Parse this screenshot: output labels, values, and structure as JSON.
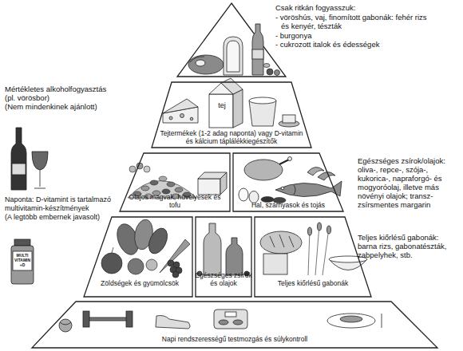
{
  "diagram": {
    "nodes": [
      {
        "text": [
          "Tejtermékek (1-2 adag naponta) vagy D-vitamin és kálcium táplálékkiegészítők"
        ]
      },
      {
        "text": [
          "Olajos magvak, hüvelyesek és tofu"
        ]
      },
      {
        "text": [
          "Hal, szárnyasok és tojás"
        ]
      },
      {
        "text": [
          "Zöldségek és gyümölcsök"
        ]
      },
      {
        "text": [
          "Egészséges zsírok és olajok"
        ]
      },
      {
        "text": [
          "Teljes kiőrlésű gabonák"
        ]
      },
      {
        "text": [
          "Napi rendszerességű testmozgás és súlykontroll"
        ]
      }
    ],
    "labels": [
      "Csak ritkán fogyasszuk:",
      "- vöröshús, vaj, finomított gabonák: fehér rizs és kenyér, tészták",
      "- burgonya",
      "- cukrozott italok és édességek",
      "tej",
      "Mértékletes alkoholfogyasztás",
      "(pl. vörösbor)",
      "(Nem mindenkinek ajánlott)",
      "Egészséges zsírok/olajok:",
      "oliva-, repce-, szója-, kukorica-, napraforgó- és mogyoróolaj, illetve más növényi olajok; transz-zsírsmentes margarin",
      "Naponta: D-vitamint is tartalmazó multivitamin-készítmények",
      "(A legtöbb embernek javasolt)",
      "Teljes kiőrlésű gabonák:",
      "barna rizs, gabonatészták, zabpelyhek, stb.",
      "MULTI VITAMIN +D"
    ]
  }
}
